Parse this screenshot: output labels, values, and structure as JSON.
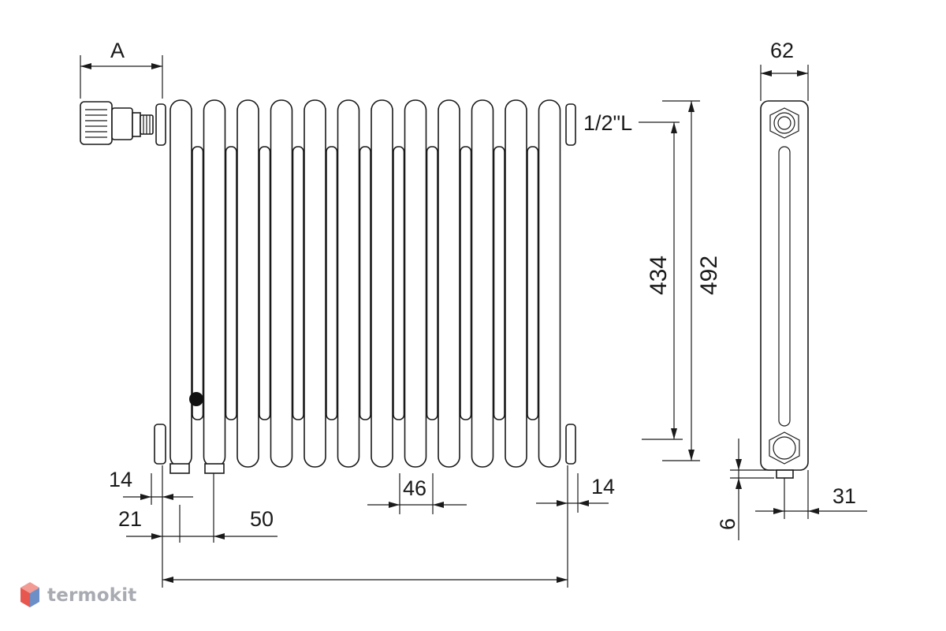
{
  "labels": {
    "a": "A",
    "connection": "1/2\"L",
    "section_height": "434",
    "total_height": "492",
    "depth": "62",
    "edge_left": "14",
    "edge_right": "14",
    "pitch": "46",
    "offset_21": "21",
    "spacing_50": "50",
    "side_31": "31",
    "side_6": "6"
  },
  "radiator": {
    "sections": 12
  },
  "brand": {
    "name": "termokit",
    "logo_icon": "cube-logo-icon",
    "colors": [
      "#e8574f",
      "#f29a94",
      "#9bb3d9",
      "#6c8fc7"
    ]
  }
}
